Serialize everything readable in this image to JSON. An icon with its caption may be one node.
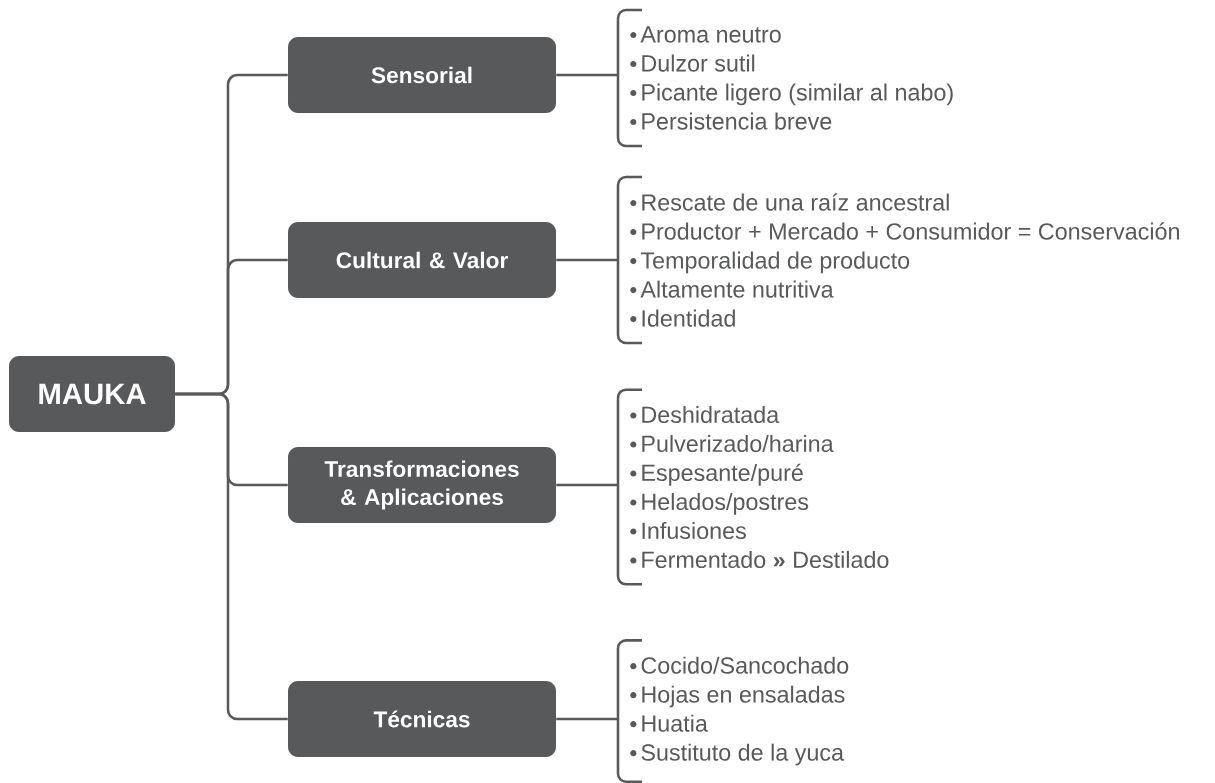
{
  "diagram": {
    "nodes": [
      {
        "text": [
          "MAUKA"
        ]
      },
      {
        "text": [
          "Sensorial"
        ]
      },
      {
        "text": [
          "Cultural & Valor"
        ]
      },
      {
        "text": [
          "Transformaciones & Aplicaciones"
        ]
      },
      {
        "text": [
          "Técnicas"
        ]
      },
      {
        "text": [
          "Aroma neutro",
          "Dulzor sutil",
          "Picante ligero (similar al nabo)",
          "Persistencia breve"
        ]
      },
      {
        "text": [
          "Rescate de una raíz ancestral",
          "Productor + Mercado + Consumidor = Conservación",
          "Temporalidad de producto",
          "Altamente nutritiva",
          "Identidad"
        ]
      },
      {
        "text": [
          "Deshidratada",
          "Pulverizado/harina",
          "Espesante/puré",
          "Helados/postres",
          "Infusiones",
          "Fermentado **»** Destilado"
        ]
      },
      {
        "text": [
          "Cocido/Sancochado",
          "Hojas en ensaladas",
          "Huatia",
          "Sustituto de la yuca"
        ]
      }
    ],
    "edges": [
      {
        "from": 0,
        "to": 1,
        "arrow": "none"
      },
      {
        "from": 0,
        "to": 2,
        "arrow": "none"
      },
      {
        "from": 0,
        "to": 3,
        "arrow": "none"
      },
      {
        "from": 0,
        "to": 4,
        "arrow": "none"
      },
      {
        "from": 1,
        "to": 5,
        "arrow": "none"
      },
      {
        "from": 2,
        "to": 6,
        "arrow": "none"
      },
      {
        "from": 3,
        "to": 7,
        "arrow": "none"
      },
      {
        "from": 4,
        "to": 8,
        "arrow": "none"
      }
    ]
  }
}
